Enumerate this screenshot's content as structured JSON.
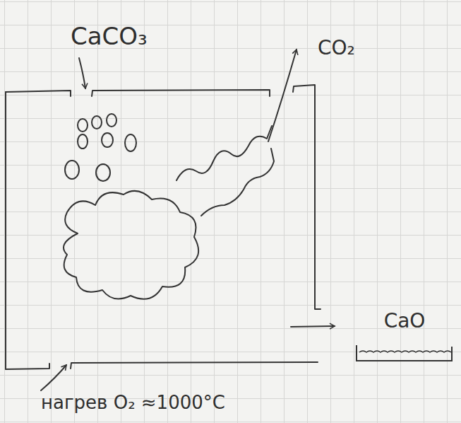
{
  "diagram": {
    "nodes": [
      {
        "text": [
          "CaO"
        ]
      }
    ],
    "labels": [
      "CaCO₃",
      "CO₂",
      "нагрев O₂ ≈1000°C"
    ]
  }
}
